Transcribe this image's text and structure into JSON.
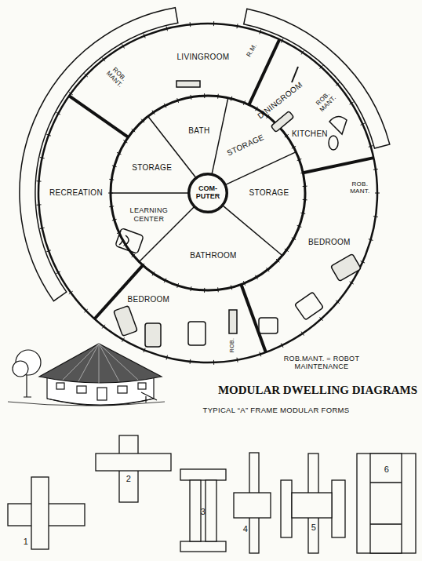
{
  "diagram": {
    "title": "MODULAR DWELLING DIAGRAMS",
    "nodes": [
      {
        "text": [
          "COM- PUTER"
        ]
      }
    ],
    "labels": [
      "LIVINGROOM",
      "DININGROOM",
      "KITCHEN",
      "BEDROOM",
      "BEDROOM",
      "RECREATION",
      "BATH",
      "STORAGE",
      "STORAGE",
      "STORAGE",
      "LEARNING CENTER",
      "BATHROOM",
      "ROB. MANT.",
      "R.M.",
      "ROB. MANT.",
      "ROB. MANT.",
      "ROB.",
      "ROB.MANT. = ROBOT MAINTENANCE",
      "TYPICAL “A” FRAME MODULAR FORMS",
      "1",
      "2",
      "3",
      "4",
      "5",
      "6"
    ]
  }
}
